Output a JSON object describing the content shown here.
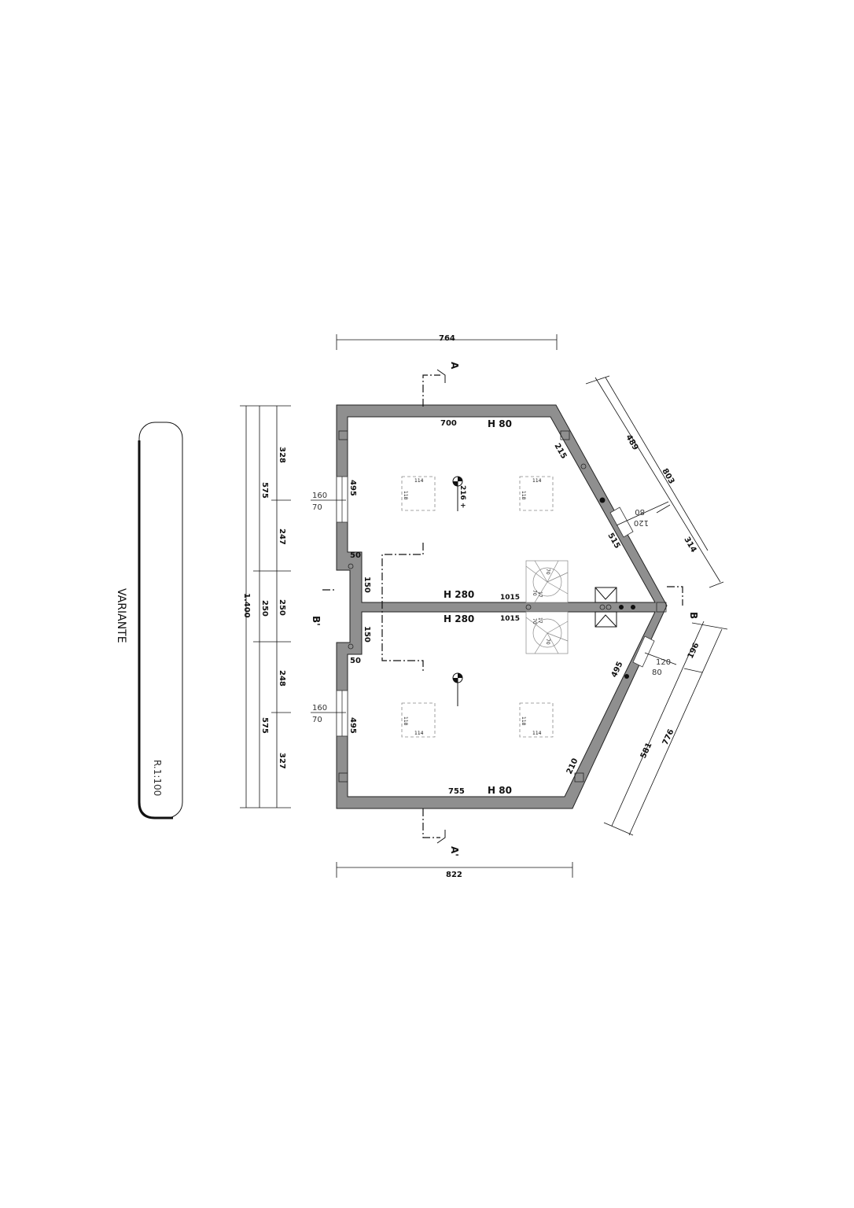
{
  "title_block": {
    "variant": "VARIANTE",
    "scale": "R.1:100"
  },
  "sections": {
    "a": "A",
    "a_prime": "A'",
    "b": "B",
    "b_prime": "B'"
  },
  "overall_dims": {
    "top": "764",
    "bottom": "822",
    "left_total": "1.400"
  },
  "left_dims": {
    "upper_575": "575",
    "mid_250": "250",
    "lower_575": "575",
    "seg": [
      "328",
      "247",
      "250",
      "248",
      "327"
    ]
  },
  "right_dims": {
    "upper": [
      "489",
      "803",
      "314"
    ],
    "lower": [
      "196",
      "776",
      "581"
    ]
  },
  "walls": {
    "top_len": "700",
    "top_h": "H 80",
    "bottom_len": "755",
    "bottom_h": "H 80",
    "mid_h_upper": "H 280",
    "mid_h_lower": "H 280",
    "mid_len_upper": "1015",
    "mid_len_lower": "1015",
    "diag_upper": "215",
    "diag_lower": "210",
    "window_upper_diag": "515",
    "window_lower_diag": "495",
    "left_window_upper": "495",
    "left_window_lower": "495",
    "step_upper": "50",
    "step_lower": "50",
    "recess_upper": "150",
    "recess_lower": "150"
  },
  "windows": {
    "left_upper": [
      "160",
      "70"
    ],
    "left_lower": [
      "160",
      "70"
    ],
    "right_upper": [
      "80",
      "120"
    ],
    "right_lower": [
      "120",
      "80"
    ]
  },
  "furniture": {
    "w": "114",
    "h": "118"
  },
  "stairs": {
    "a": "70",
    "b": "17",
    "c": "70"
  },
  "light_label": "216 +"
}
